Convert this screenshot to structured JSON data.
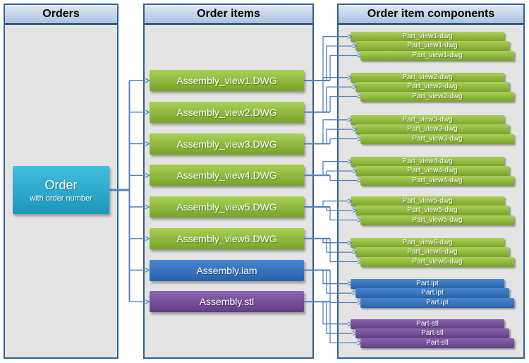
{
  "columns": [
    {
      "title": "Orders"
    },
    {
      "title": "Order items"
    },
    {
      "title": "Order item components"
    }
  ],
  "order": {
    "title": "Order",
    "subtitle": "with order number",
    "type": "order"
  },
  "items": [
    {
      "label": "Assembly_view1.DWG",
      "type": "dwg"
    },
    {
      "label": "Assembly_view2.DWG",
      "type": "dwg"
    },
    {
      "label": "Assembly_view3.DWG",
      "type": "dwg"
    },
    {
      "label": "Assembly_view4.DWG",
      "type": "dwg"
    },
    {
      "label": "Assembly_view5.DWG",
      "type": "dwg"
    },
    {
      "label": "Assembly_view6.DWG",
      "type": "dwg"
    },
    {
      "label": "Assembly.iam",
      "type": "iam"
    },
    {
      "label": "Assembly.stl",
      "type": "stl"
    }
  ],
  "component_groups": [
    {
      "label": "Part_view1-dwg",
      "type": "dwg",
      "count": 3
    },
    {
      "label": "Part_view2-dwg",
      "type": "dwg",
      "count": 3
    },
    {
      "label": "Part_view3-dwg",
      "type": "dwg",
      "count": 3
    },
    {
      "label": "Part_view4-dwg",
      "type": "dwg",
      "count": 3
    },
    {
      "label": "Part_view5-dwg",
      "type": "dwg",
      "count": 3
    },
    {
      "label": "Part_view6-dwg",
      "type": "dwg",
      "count": 3
    },
    {
      "label": "Part.ipt",
      "type": "iam",
      "count": 3
    },
    {
      "label": "Part-stl",
      "type": "stl",
      "count": 3
    }
  ],
  "colors": {
    "dwg": {
      "top": "#a9d155",
      "bottom": "#79a22b"
    },
    "iam": {
      "top": "#4886d1",
      "bottom": "#2a62a8"
    },
    "stl": {
      "top": "#8b63b2",
      "bottom": "#623e80"
    },
    "order": {
      "top": "#41bfdf",
      "bottom": "#1b96ba"
    },
    "connector": "#4f81bd"
  }
}
